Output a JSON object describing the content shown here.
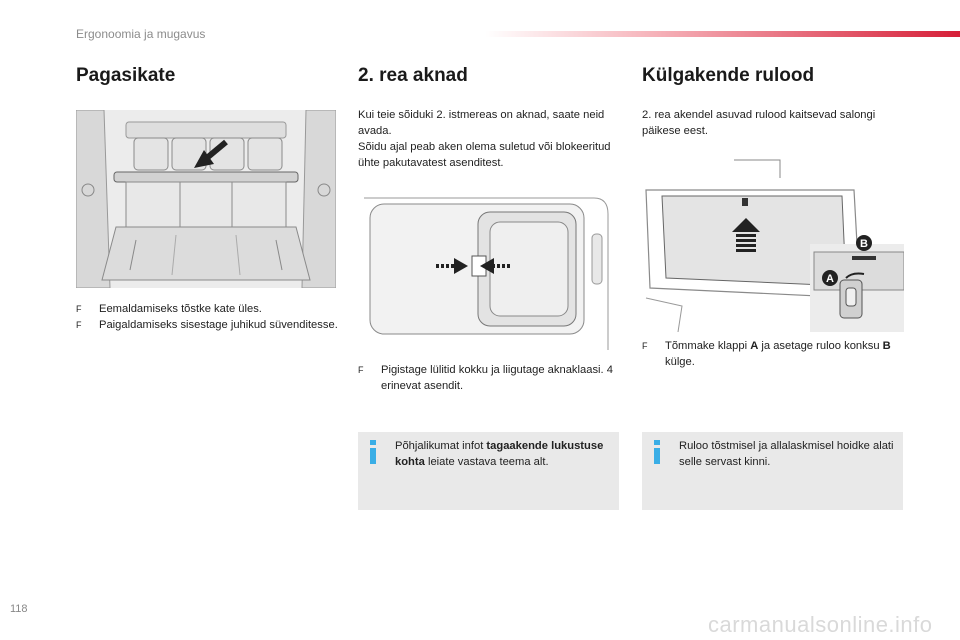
{
  "header": {
    "section": "Ergonoomia ja mugavus"
  },
  "columns": {
    "luggage": {
      "title": "Pagasikate",
      "bullets": [
        {
          "mark": "F",
          "text": "Eemaldamiseks tõstke kate üles."
        },
        {
          "mark": "F",
          "text": "Paigaldamiseks sisestage juhikud süvenditesse."
        }
      ]
    },
    "windows": {
      "title": "2. rea aknad",
      "intro": "Kui teie sõiduki 2. istmereas on aknad, saate neid avada.",
      "intro2": "Sõidu ajal peab aken olema suletud või blokeeritud ühte pakutavatest asenditest.",
      "bullets": [
        {
          "mark": "F",
          "text": "Pigistage lülitid kokku ja liigutage aknaklaasi. 4 erinevat asendit."
        }
      ],
      "info": {
        "pre": "Põhjalikumat infot ",
        "bold": "tagaakende lukustuse kohta",
        "post": " leiate vastava teema alt."
      }
    },
    "blinds": {
      "title": "Külgakende rulood",
      "intro": "2. rea akendel asuvad rulood kaitsevad salongi päikese eest.",
      "bullets": [
        {
          "mark": "F",
          "pre": "Tõmmake klappi ",
          "bold1": "A",
          "mid": " ja asetage ruloo konksu ",
          "bold2": "B",
          "post": " külge."
        }
      ],
      "callouts": {
        "a": "A",
        "b": "B"
      },
      "info": {
        "text": "Ruloo tõstmisel ja allalaskmisel hoidke alati selle servast kinni."
      }
    }
  },
  "footer": {
    "page_number": "118",
    "watermark": "carmanualsonline.info"
  },
  "colors": {
    "accent": "#d61f38",
    "info_icon": "#3aaee6",
    "info_bg": "#e9e9e9"
  },
  "icons": {
    "bullet": "bullet-mark-icon",
    "info": "info-icon"
  }
}
